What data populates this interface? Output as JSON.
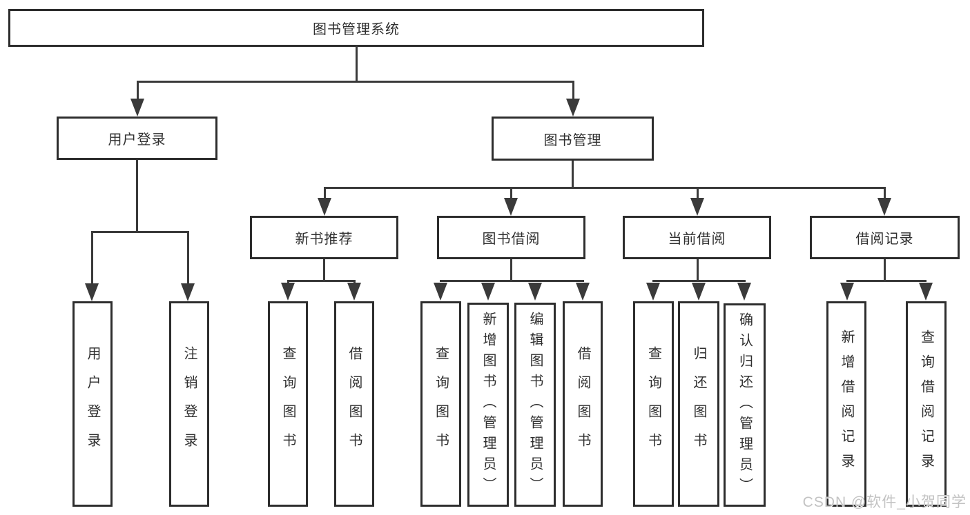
{
  "root": {
    "label": "图书管理系统"
  },
  "level2": {
    "user_login": "用户登录",
    "book_mgmt": "图书管理"
  },
  "level3": {
    "new_book_rec": "新书推荐",
    "book_borrow": "图书借阅",
    "current_borrow": "当前借阅",
    "borrow_records": "借阅记录"
  },
  "leaves": {
    "login": "用户登录",
    "logout": "注销登录",
    "rec_query_books": "查询图书",
    "rec_borrow_books": "借阅图书",
    "bb_query_books": "查询图书",
    "bb_add_books": "新增图书（管理员）",
    "bb_edit_books": "编辑图书（管理员）",
    "bb_borrow_books": "借阅图书",
    "cb_query_books": "查询图书",
    "cb_return_books": "归还图书",
    "cb_confirm_return": "确认归还（管理员）",
    "br_add_record": "新增借阅记录",
    "br_query_record": "查询借阅记录"
  },
  "watermark": {
    "text": "CSDN @软件_小贺同学"
  },
  "colors": {
    "line": "#3a3a3a",
    "box_border": "#2d2d2d",
    "box_bg": "#ffffff",
    "text": "#2f2f2f",
    "watermark": "#c3c3c3"
  }
}
